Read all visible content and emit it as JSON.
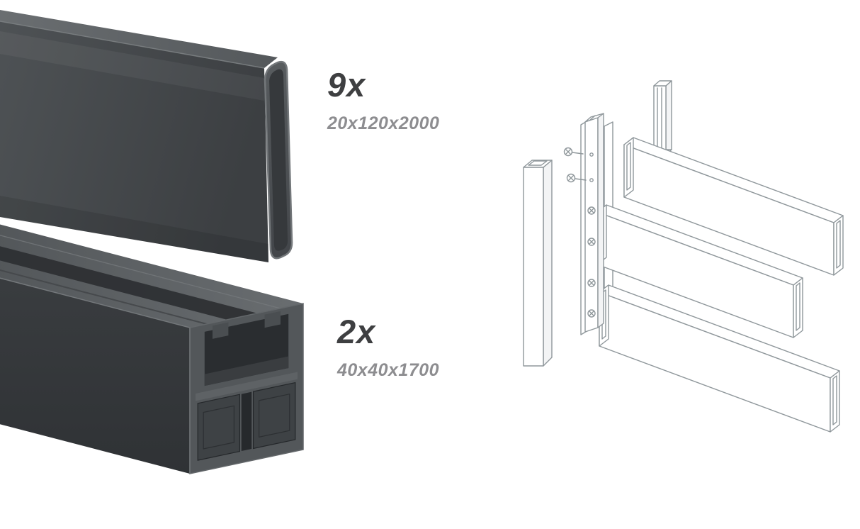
{
  "parts": [
    {
      "id": "fence-board",
      "quantity": "9x",
      "dimensions": "20x120x2000"
    },
    {
      "id": "fence-post",
      "quantity": "2x",
      "dimensions": "40x40x1700"
    }
  ],
  "illustrations": [
    {
      "name": "board-profile-render"
    },
    {
      "name": "post-profile-render"
    },
    {
      "name": "assembly-wireframe"
    }
  ],
  "colors": {
    "background": "#ffffff",
    "label_dark": "#3e3f41",
    "label_gray": "#8d8d90",
    "profile_face": "#45484b",
    "profile_top": "#5d6164",
    "wireframe_line": "#8f979b"
  }
}
